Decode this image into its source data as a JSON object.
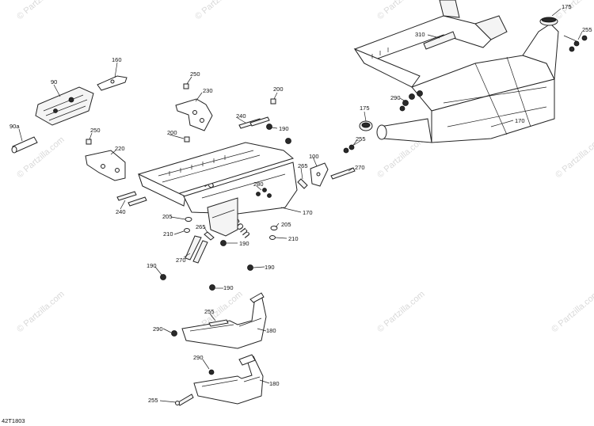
{
  "watermark": "© Partzilla.com",
  "diagram_code": "42T1803",
  "parts": [
    {
      "id": "p175a",
      "label": "175"
    },
    {
      "id": "p255a",
      "label": "255"
    },
    {
      "id": "p310",
      "label": "310"
    },
    {
      "id": "p160",
      "label": "160"
    },
    {
      "id": "p90",
      "label": "90"
    },
    {
      "id": "p90a",
      "label": "90a"
    },
    {
      "id": "p250a",
      "label": "250"
    },
    {
      "id": "p230",
      "label": "230"
    },
    {
      "id": "p200a",
      "label": "200"
    },
    {
      "id": "p290a",
      "label": "290"
    },
    {
      "id": "p175b",
      "label": "175"
    },
    {
      "id": "p170a",
      "label": "170"
    },
    {
      "id": "p250b",
      "label": "250"
    },
    {
      "id": "p200b",
      "label": "200"
    },
    {
      "id": "p240a",
      "label": "240"
    },
    {
      "id": "p190a",
      "label": "190"
    },
    {
      "id": "p255b",
      "label": "255"
    },
    {
      "id": "p220",
      "label": "220"
    },
    {
      "id": "p100",
      "label": "100"
    },
    {
      "id": "p265a",
      "label": "265"
    },
    {
      "id": "p270a",
      "label": "270"
    },
    {
      "id": "p280",
      "label": "280"
    },
    {
      "id": "p240b",
      "label": "240"
    },
    {
      "id": "p170b",
      "label": "170"
    },
    {
      "id": "p205a",
      "label": "205"
    },
    {
      "id": "p265b",
      "label": "265"
    },
    {
      "id": "p205b",
      "label": "205"
    },
    {
      "id": "p210a",
      "label": "210"
    },
    {
      "id": "p210b",
      "label": "210"
    },
    {
      "id": "p190b",
      "label": "190"
    },
    {
      "id": "p270b",
      "label": "270"
    },
    {
      "id": "p190c",
      "label": "190"
    },
    {
      "id": "p190d",
      "label": "190"
    },
    {
      "id": "p190e",
      "label": "190"
    },
    {
      "id": "p255c",
      "label": "255"
    },
    {
      "id": "p290b",
      "label": "290"
    },
    {
      "id": "p180a",
      "label": "180"
    },
    {
      "id": "p290c",
      "label": "290"
    },
    {
      "id": "p180b",
      "label": "180"
    },
    {
      "id": "p255d",
      "label": "255"
    }
  ]
}
